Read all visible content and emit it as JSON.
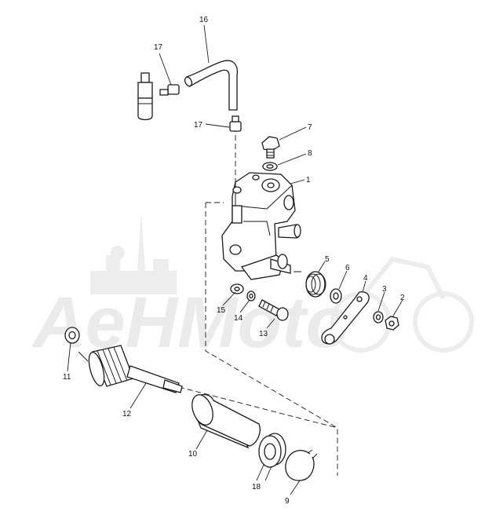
{
  "watermark": {
    "text": "AeHMoto"
  },
  "callouts": {
    "c1": "1",
    "c2": "2",
    "c3": "3",
    "c4": "4",
    "c5": "5",
    "c6": "6",
    "c7": "7",
    "c8": "8",
    "c9": "9",
    "c10": "10",
    "c11": "11",
    "c12": "12",
    "c13": "13",
    "c14": "14",
    "c15": "15",
    "c16": "16",
    "c17a": "17",
    "c17b": "17",
    "c18": "18"
  }
}
